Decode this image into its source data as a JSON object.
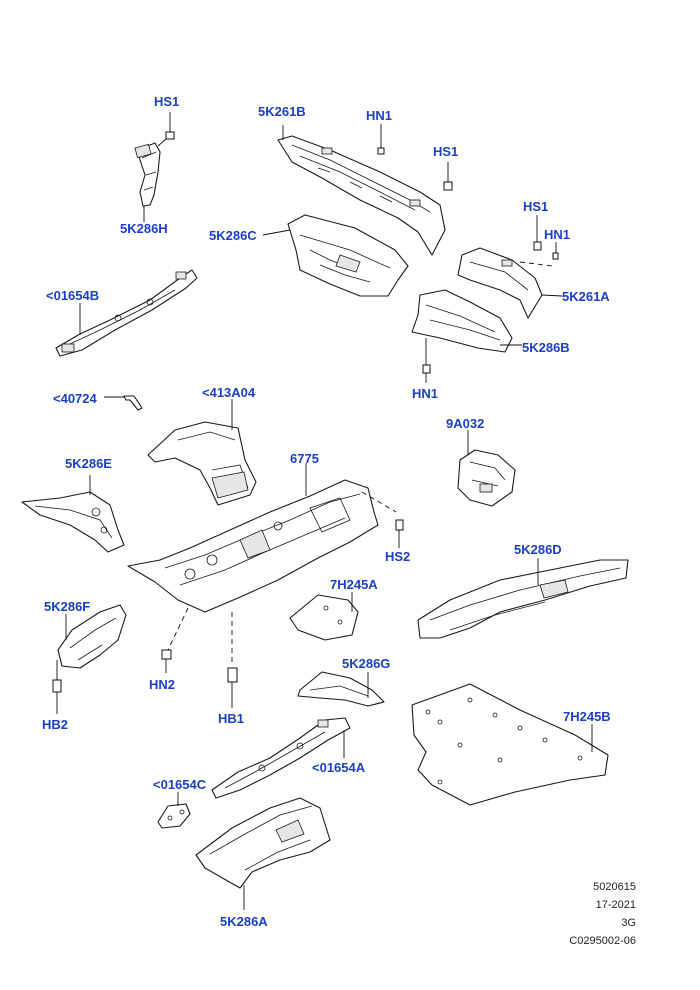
{
  "labels": {
    "hs1_top": "HS1",
    "k286h": "5K286H",
    "k261b": "5K261B",
    "hn1_top": "HN1",
    "hs1_mid": "HS1",
    "k286c": "5K286C",
    "hs1_right": "HS1",
    "hn1_right": "HN1",
    "k261a": "5K261A",
    "k286b": "5K286B",
    "hn1_bottom": "HN1",
    "bracket_01654b": "<01654B",
    "clip_40724": "<40724",
    "shield_413a04": "<413A04",
    "k286e": "5K286E",
    "p6775": "6775",
    "hs2": "HS2",
    "p9a032": "9A032",
    "k286d": "5K286D",
    "k286f": "5K286F",
    "h245a": "7H245A",
    "hn2": "HN2",
    "hb1": "HB1",
    "hb2": "HB2",
    "k286g": "5K286G",
    "h245b": "7H245B",
    "bracket_01654a": "<01654A",
    "bracket_01654c": "<01654C",
    "k286a": "5K286A"
  },
  "reference": {
    "line1": "5020615",
    "line2": "17-2021",
    "line3": "3G",
    "line4": "C0295002-06"
  },
  "colors": {
    "label": "#1b3fc9",
    "line": "#1a1a1a"
  }
}
